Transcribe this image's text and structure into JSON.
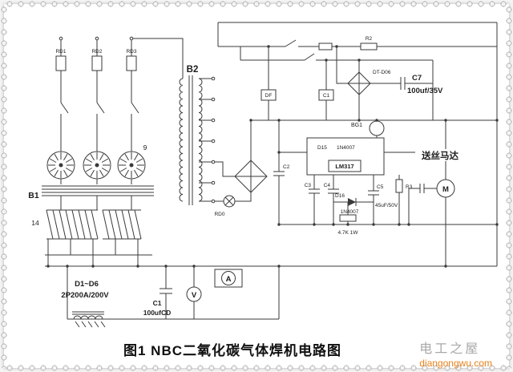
{
  "figure": {
    "caption": "图1 NBC二氧化碳气体焊机电路图"
  },
  "watermark": {
    "site_name": "电工之屋",
    "site_url": "diangongwu.com",
    "name_color": "#a8a8a8",
    "url_color": "#e8821c"
  },
  "colors": {
    "ink": "#3a3a3a",
    "paper": "#ffffff",
    "background": "#f4f4f4"
  },
  "labels": {
    "b1": "B1",
    "b2": "B2",
    "dial_position": "9",
    "winding_turns": "14",
    "rd1": "RD1",
    "rd2": "RD2",
    "rd3": "RD3",
    "rd0": "RD0",
    "rectifier": "D1~D6",
    "rectifier_spec": "2P200A/200V",
    "c1": "C1",
    "c1_spec": "100ufCD",
    "c2": "C2",
    "c3": "C3",
    "c4": "C4",
    "c5": "C5",
    "c5_spec": "45uF/50V",
    "c7": "C7",
    "c7_spec": "100uf/35V",
    "r2": "R2",
    "r3": "R3",
    "r4": "4.7K 1W",
    "d15": "D15",
    "d15_type": "1N4007",
    "d16": "D16",
    "d16_type": "1N4007",
    "regulator": "LM317",
    "bg1": "BG1",
    "aux_bridge": "DT-D06",
    "relay1": "DF",
    "relay2": "C1",
    "voltmeter": "V",
    "ammeter": "A",
    "motor": "M",
    "motor_name": "送丝马达"
  }
}
